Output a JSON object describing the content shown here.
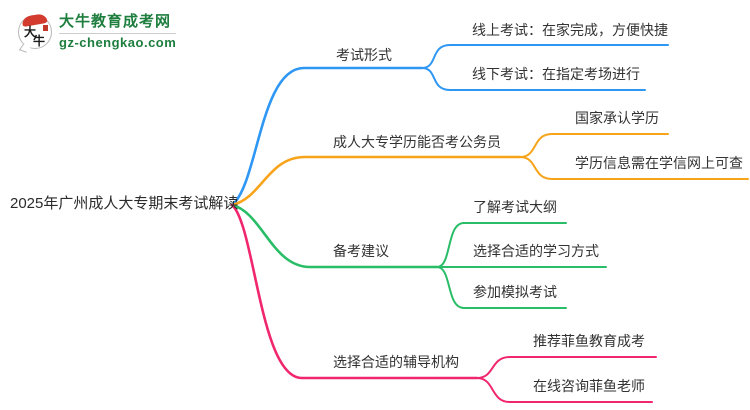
{
  "logo": {
    "icon_text_top": "大",
    "icon_text_bottom": "牛",
    "site_name": "大牛教育成考网",
    "site_url": "gz-chengkao.com",
    "brand_color": "#1e7e3e"
  },
  "mindmap": {
    "root": "2025年广州成人大专期末考试解读",
    "text_color": "#333333",
    "branches": [
      {
        "label": "考试形式",
        "color": "#2e97f4",
        "children": [
          "线上考试：在家完成，方便快捷",
          "线下考试：在指定考场进行"
        ]
      },
      {
        "label": "成人大专学历能否考公务员",
        "color": "#f8a41b",
        "children": [
          "国家承认学历",
          "学历信息需在学信网上可查"
        ]
      },
      {
        "label": "备考建议",
        "color": "#29bd67",
        "children": [
          "了解考试大纲",
          "选择合适的学习方式",
          "参加模拟考试"
        ]
      },
      {
        "label": "选择合适的辅导机构",
        "color": "#f0266e",
        "children": [
          "推荐菲鱼教育成考",
          "在线咨询菲鱼老师"
        ]
      }
    ]
  }
}
